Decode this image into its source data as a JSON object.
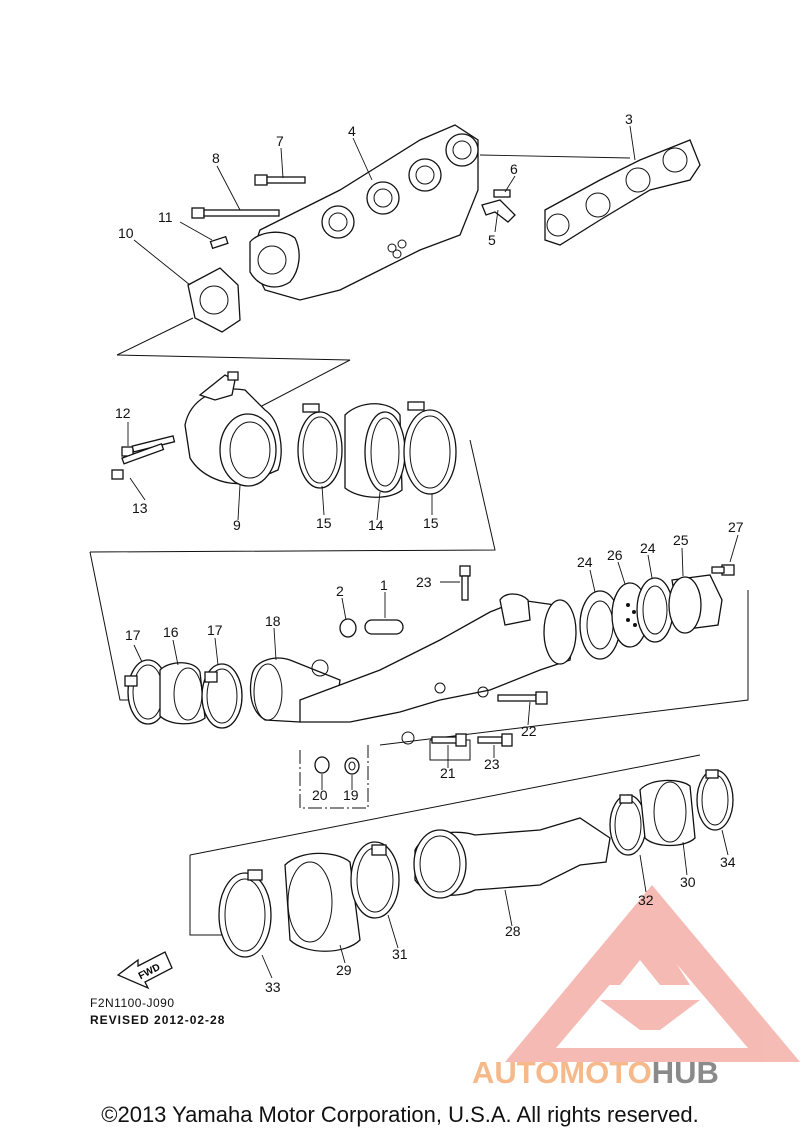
{
  "diagram": {
    "callouts": [
      {
        "n": "1"
      },
      {
        "n": "2"
      },
      {
        "n": "3"
      },
      {
        "n": "4"
      },
      {
        "n": "5"
      },
      {
        "n": "6"
      },
      {
        "n": "7"
      },
      {
        "n": "8"
      },
      {
        "n": "9"
      },
      {
        "n": "10"
      },
      {
        "n": "11"
      },
      {
        "n": "12"
      },
      {
        "n": "13"
      },
      {
        "n": "14"
      },
      {
        "n": "15"
      },
      {
        "n": "15"
      },
      {
        "n": "16"
      },
      {
        "n": "17"
      },
      {
        "n": "17"
      },
      {
        "n": "18"
      },
      {
        "n": "19"
      },
      {
        "n": "20"
      },
      {
        "n": "21"
      },
      {
        "n": "22"
      },
      {
        "n": "23"
      },
      {
        "n": "23"
      },
      {
        "n": "24"
      },
      {
        "n": "24"
      },
      {
        "n": "25"
      },
      {
        "n": "26"
      },
      {
        "n": "27"
      },
      {
        "n": "28"
      },
      {
        "n": "29"
      },
      {
        "n": "30"
      },
      {
        "n": "31"
      },
      {
        "n": "32"
      },
      {
        "n": "33"
      },
      {
        "n": "34"
      }
    ],
    "fwd_label": "FWD",
    "diagram_code": "F2N1100-J090",
    "revision": "REVISED 2012-02-28"
  },
  "footer": {
    "copyright": "©2013 Yamaha Motor Corporation, U.S.A. All rights reserved."
  },
  "watermark": {
    "brand_part1": "AUTOMOTO",
    "brand_part2": "HUB",
    "color_red": "#e8564f",
    "color_peach": "#f6b98a",
    "color_gray": "#8a8a8a"
  }
}
